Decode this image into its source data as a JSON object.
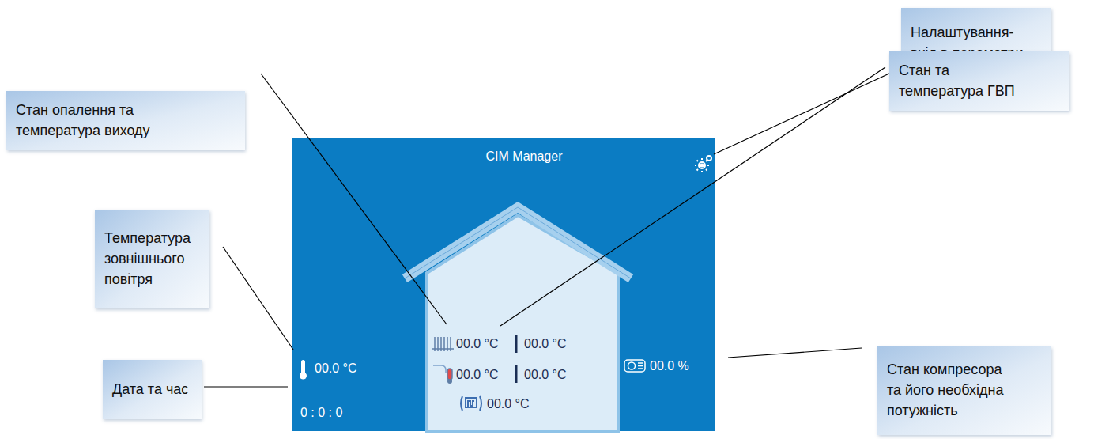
{
  "diagram": {
    "nodes": [
      {
        "text": [
          "Стан опалення та температура виходу"
        ]
      },
      {
        "text": [
          "Налаштування- вхід в параметри"
        ]
      },
      {
        "text": [
          "Температура зовнішнього повітря"
        ]
      },
      {
        "text": [
          "Стан та температура ГВП"
        ]
      },
      {
        "text": [
          "Дата та час"
        ]
      },
      {
        "text": [
          "Стан компресора та його необхідна потужність"
        ]
      }
    ],
    "labels": [
      "CIM Manager",
      "00.0 °C",
      "00.0 °C",
      "00.0 °C",
      "00.0 °C",
      "00.0 °C",
      "00.0 °C",
      "0 : 0 : 0",
      "00.0 %"
    ]
  }
}
